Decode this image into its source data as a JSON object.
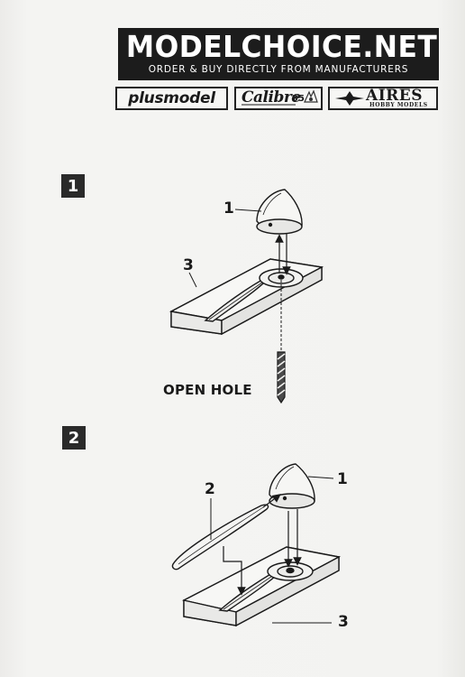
{
  "header": {
    "title": "MODELCHOICE.NET",
    "subtitle": "ORDER & BUY DIRECTLY FROM MANUFACTURERS"
  },
  "brands": {
    "plusmodel": {
      "part1": "plus",
      "part2": "model"
    },
    "calibre": {
      "name": "Calibre",
      "scale": "35"
    },
    "aires": {
      "name": "AIRES",
      "sub": "HOBBY MODELS"
    }
  },
  "steps": [
    {
      "number": "1",
      "callouts": {
        "part_1": "1",
        "part_3": "3"
      },
      "note": "OPEN HOLE"
    },
    {
      "number": "2",
      "callouts": {
        "part_2": "2",
        "part_1": "1",
        "part_3": "3"
      }
    }
  ],
  "icons": [
    "spinner-cone-icon",
    "base-block-icon",
    "drill-bit-icon",
    "propeller-blade-icon",
    "aires-star-icon",
    "calibre-crest-icon"
  ],
  "colors": {
    "ink": "#1a1a1a",
    "paper": "#f1f1ef",
    "banner": "#1c1c1c"
  }
}
